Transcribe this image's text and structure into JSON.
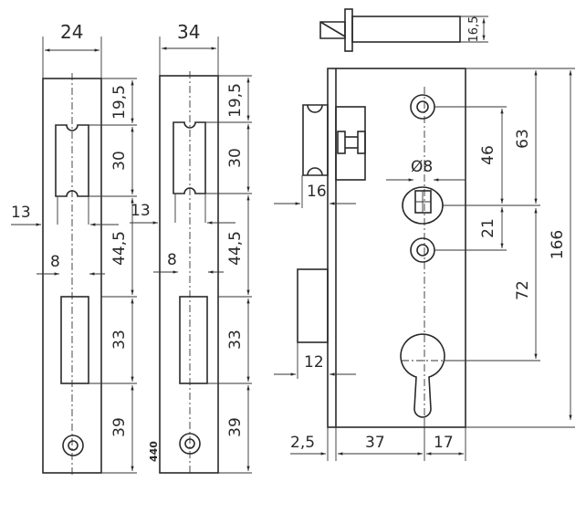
{
  "strike_plate_1": {
    "width": "24",
    "dims": [
      "19,5",
      "30",
      "13",
      "8",
      "44,5",
      "33",
      "39"
    ]
  },
  "strike_plate_2": {
    "width": "34",
    "dims": [
      "19,5",
      "30",
      "13",
      "8",
      "44,5",
      "33",
      "39"
    ]
  },
  "side_view": {
    "thickness": "16,5"
  },
  "lock_body": {
    "latch_depth": "16",
    "bolt_depth": "12",
    "spindle_diameter": "Ø8",
    "dims": {
      "d46": "46",
      "d63": "63",
      "d21": "21",
      "d72": "72",
      "d166": "166"
    },
    "bottom": {
      "faceplate": "2,5",
      "backset": "37",
      "rear": "17"
    }
  },
  "reference": "440"
}
